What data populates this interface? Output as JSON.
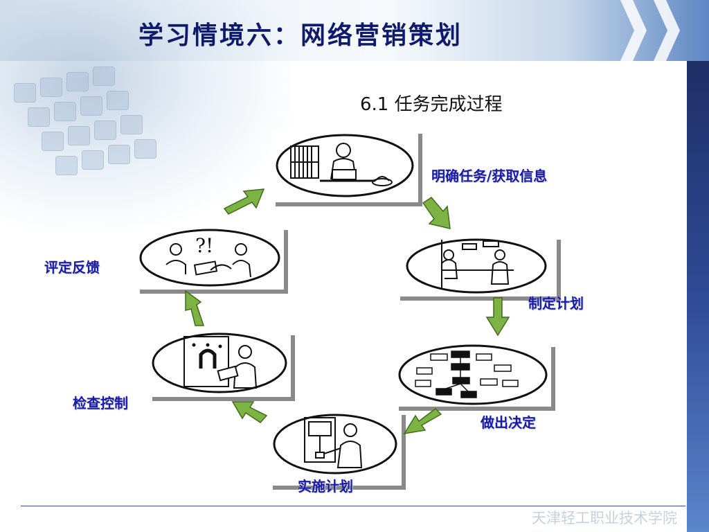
{
  "slide": {
    "title": "学习情境六：网络营销策划",
    "subtitle": "6.1  任务完成过程",
    "footer": "天津轻工职业技术学院"
  },
  "stages": [
    {
      "label": "明确任务/获取信息",
      "icon": "reading-person-icon"
    },
    {
      "label": "制定计划",
      "icon": "whiteboard-people-icon"
    },
    {
      "label": "做出决定",
      "icon": "flowchart-board-icon"
    },
    {
      "label": "实施计划",
      "icon": "worker-machine-icon"
    },
    {
      "label": "检查控制",
      "icon": "inspector-board-icon"
    },
    {
      "label": "评定反馈",
      "icon": "discussion-people-icon"
    }
  ],
  "colors": {
    "title": "#0d1a6e",
    "label": "#1a1aa8",
    "arrow": "#7cb342",
    "arrow_border": "#3e6b1c",
    "rail": "#2f4a96"
  }
}
